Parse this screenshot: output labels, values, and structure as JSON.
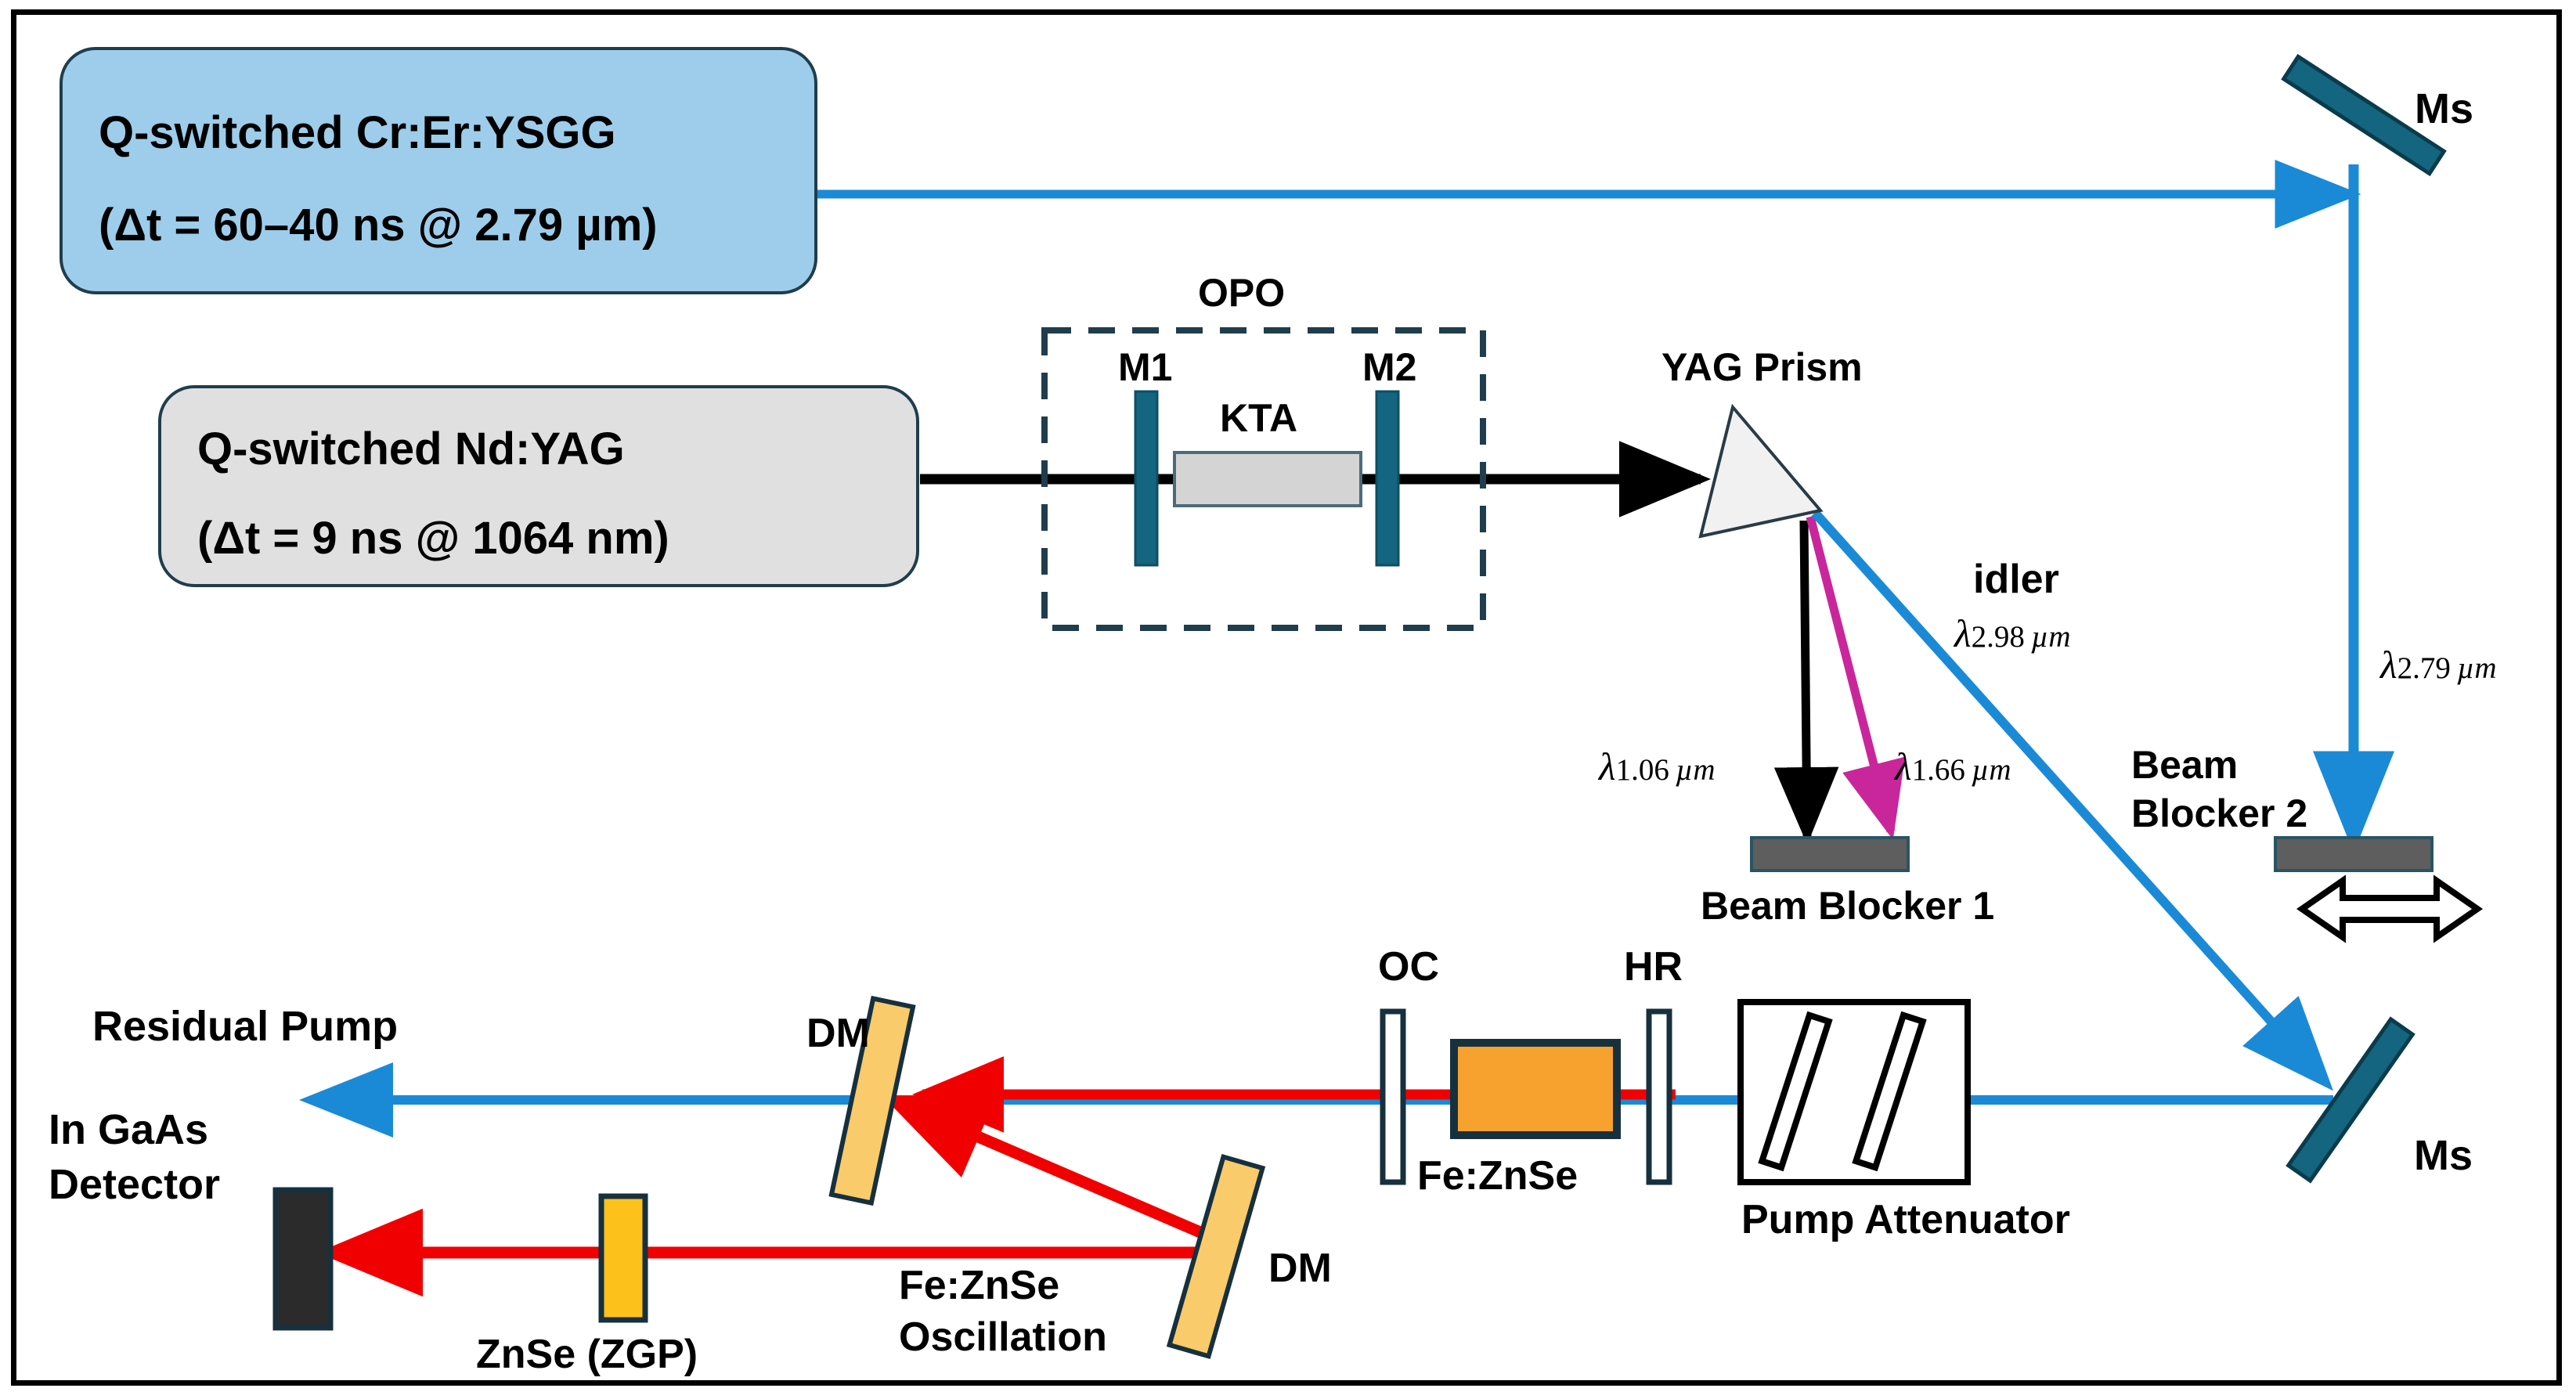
{
  "figure": {
    "type": "optical-setup-diagram",
    "title": "Fe:ZnSe laser experimental setup pumped by Cr:Er:YSGG and Nd:YAG / KTA OPO"
  },
  "sources": {
    "ysgg": {
      "line1": "Q-switched Cr:Er:YSGG",
      "line2": "(Δt = 60–40 ns @ 2.79 µm)",
      "fill": "#9DCDEA",
      "stroke": "#1F3D4D"
    },
    "ndyag": {
      "line1": "Q-switched Nd:YAG",
      "line2": "(Δt = 9 ns @ 1064 nm)",
      "fill": "#E0E0E0",
      "stroke": "#1F3D4D"
    }
  },
  "opo": {
    "label": "OPO",
    "mirror1": "M1",
    "crystal": "KTA",
    "mirror2": "M2",
    "dashed_stroke": "#1F3D4D",
    "mirror_fill": "#14657F",
    "crystal_fill": "#D4D4D4"
  },
  "prism": {
    "label": "YAG Prism",
    "fill": "#F1F1F1",
    "stroke": "#2A3B47"
  },
  "beams": {
    "idler_label": "idler",
    "lambda_idler": {
      "sym": "λ",
      "value": "2.98",
      "unit": "µm"
    },
    "lambda_pump1064": {
      "sym": "λ",
      "value": "1.06",
      "unit": "µm"
    },
    "lambda_signal": {
      "sym": "λ",
      "value": "1.66",
      "unit": "µm"
    },
    "lambda_ysgg": {
      "sym": "λ",
      "value": "2.79",
      "unit": "µm"
    },
    "colors": {
      "blue": "#1B8AD6",
      "black": "#000000",
      "magenta": "#C9269C",
      "red": "#F00000"
    }
  },
  "blockers": {
    "blocker1": "Beam Blocker 1",
    "blocker2_line1": "Beam",
    "blocker2_line2": "Blocker 2",
    "fill": "#5E5E5E",
    "stroke": "#2A5463"
  },
  "mirrors": {
    "ms_top": "Ms",
    "ms_bottom": "Ms",
    "fill": "#14657F",
    "stroke": "#0B3B4B"
  },
  "cavity": {
    "oc": "OC",
    "hr": "HR",
    "gain": "Fe:ZnSe",
    "gain_fill": "#F7A12E",
    "gain_stroke": "#17303E",
    "mirror_stroke": "#17303E"
  },
  "attenuator": {
    "label": "Pump Attenuator",
    "stroke": "#000000"
  },
  "dichroics": {
    "dm_top": "DM",
    "dm_bottom": "DM",
    "fill": "#F9CB6B",
    "stroke": "#17303E"
  },
  "output": {
    "residual_pump": "Residual Pump",
    "detector_line1": "In GaAs",
    "detector_line2": "Detector",
    "detector_fill": "#2B2B2B",
    "detector_stroke": "#17303E",
    "znse_zgp": "ZnSe (ZGP)",
    "znse_fill": "#FCC21B",
    "znse_stroke": "#17303E",
    "oscillation_line1": "Fe:ZnSe",
    "oscillation_line2": "Oscillation"
  },
  "translation_arrow": {
    "name": "double-headed-translation-arrow"
  }
}
